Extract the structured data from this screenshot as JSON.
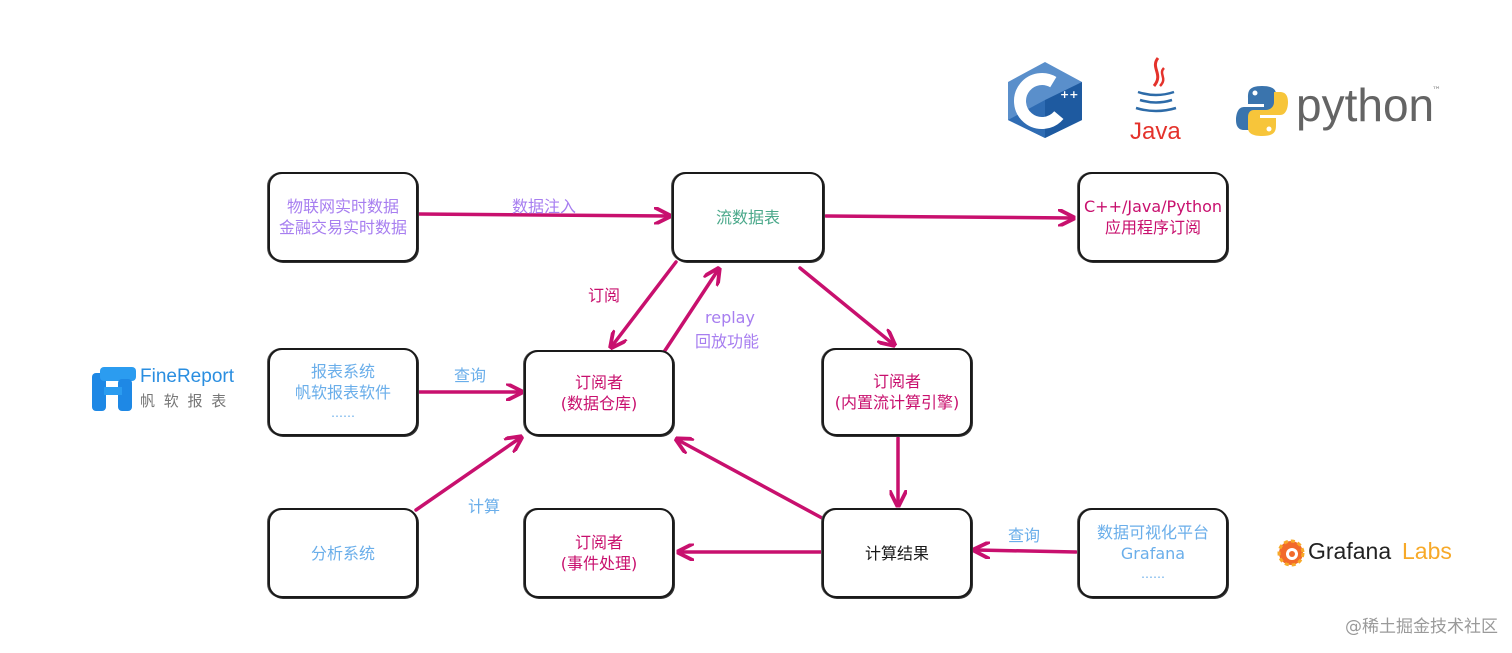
{
  "colors": {
    "arrow": "#c8106e",
    "source_text": "#a77ef0",
    "stream_text": "#4aa88a",
    "subscriber_text": "#c8106e",
    "client_text": "#6aaeea",
    "result_text": "#1a1a1a"
  },
  "nodes": {
    "iot": {
      "lines": [
        "物联网实时数据",
        "金融交易实时数据"
      ]
    },
    "stream_table": {
      "lines": [
        "流数据表"
      ]
    },
    "app_subscribe": {
      "lines": [
        "C++/Java/Python",
        "应用程序订阅"
      ]
    },
    "report": {
      "lines": [
        "报表系统",
        "帆软报表软件",
        "……"
      ]
    },
    "warehouse": {
      "lines": [
        "订阅者",
        "(数据仓库)"
      ]
    },
    "engine": {
      "lines": [
        "订阅者",
        "(内置流计算引擎)"
      ]
    },
    "analysis": {
      "lines": [
        "分析系统"
      ]
    },
    "event": {
      "lines": [
        "订阅者",
        "(事件处理)"
      ]
    },
    "result": {
      "lines": [
        "计算结果"
      ]
    },
    "grafana": {
      "lines": [
        "数据可视化平台",
        "Grafana",
        "……"
      ]
    }
  },
  "edge_labels": {
    "inject": "数据注入",
    "subscribe": "订阅",
    "replay_1": "replay",
    "replay_2": "回放功能",
    "query_report": "查询",
    "compute": "计算",
    "query_grafana": "查询"
  },
  "logos": {
    "cpp": {
      "icon": "cpp-logo-icon",
      "text": "C",
      "sup": "++"
    },
    "java": {
      "icon": "java-logo-icon",
      "text": "Java"
    },
    "python": {
      "icon": "python-logo-icon",
      "text": "python",
      "tm": "™"
    },
    "finereport": {
      "icon": "finereport-logo-icon",
      "text": "FineReport",
      "sub": "帆 软 报 表"
    },
    "grafana": {
      "icon": "grafana-logo-icon",
      "text1": "Grafana",
      "text2": "Labs"
    }
  },
  "watermark": "@稀土掘金技术社区"
}
